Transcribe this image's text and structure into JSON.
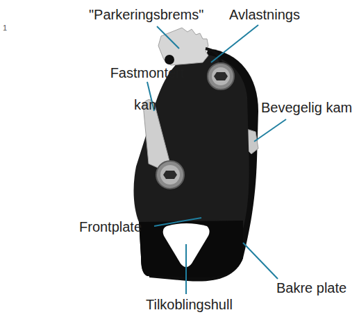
{
  "diagram": {
    "labels": [
      "1",
      "\"Parkeringsbrems\"",
      "Avlastnings",
      "Fastmontert kam",
      "Bevegelig kam",
      "Frontplate",
      "Bakre plate",
      "Tilkoblingshull"
    ]
  }
}
